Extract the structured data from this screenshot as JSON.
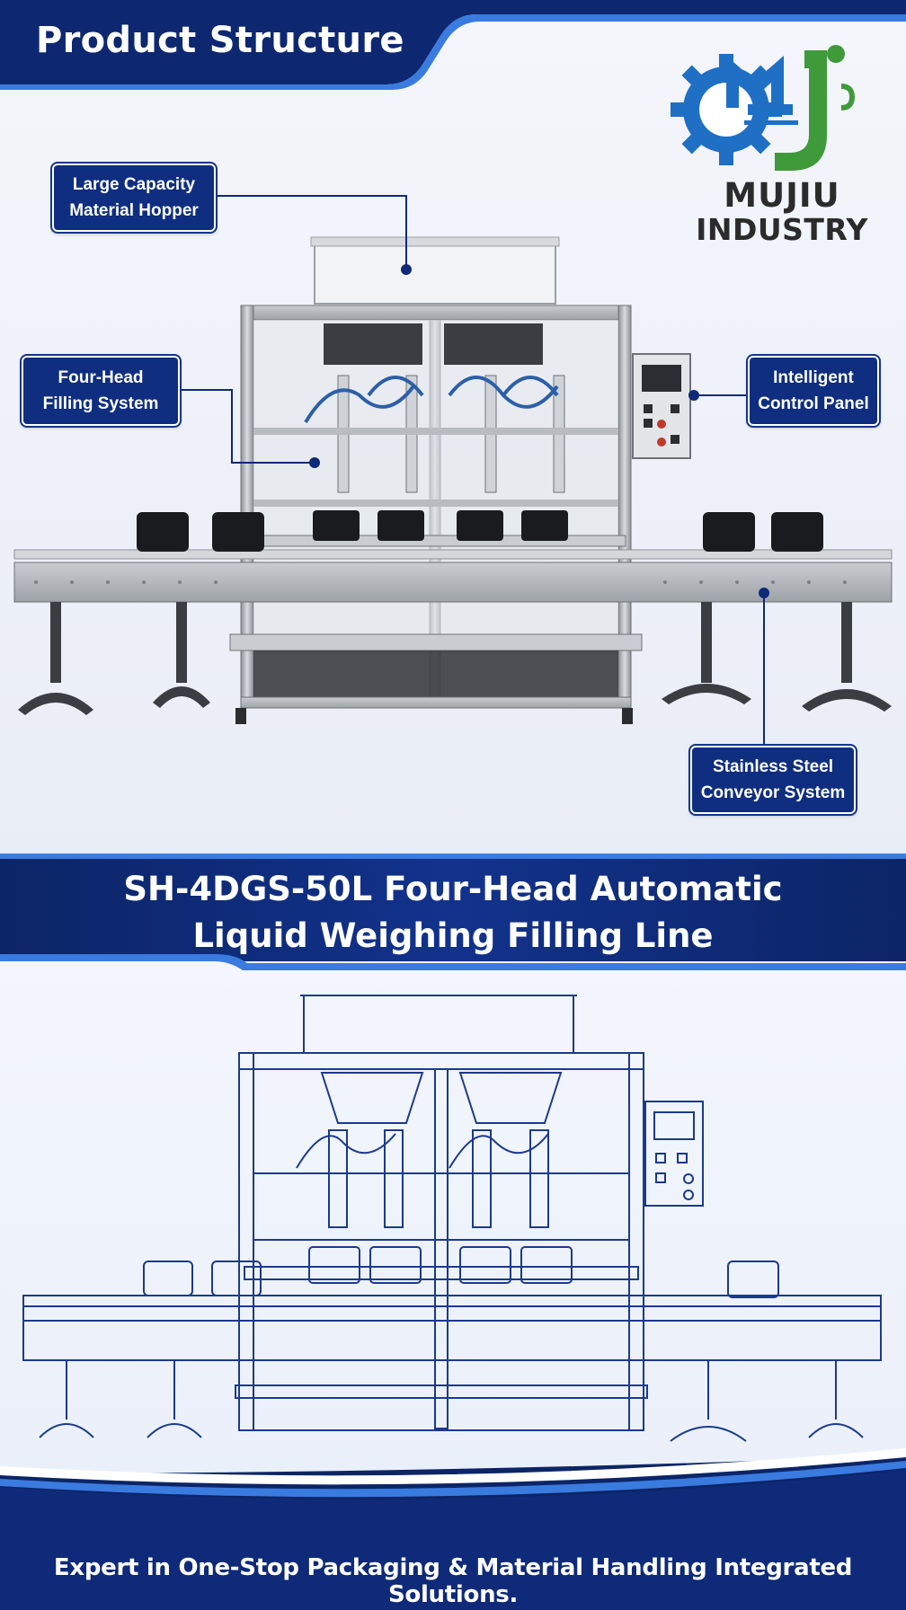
{
  "header": {
    "title": "Product Structure"
  },
  "logo": {
    "line1": "MUJIU",
    "line2": "INDUSTRY"
  },
  "callouts": {
    "hopper": {
      "line1": "Large Capacity",
      "line2": "Material Hopper"
    },
    "filling": {
      "line1": "Four-Head",
      "line2": "Filling System"
    },
    "control": {
      "line1": "Intelligent",
      "line2": "Control Panel"
    },
    "conveyor": {
      "line1": "Stainless Steel",
      "line2": "Conveyor System"
    }
  },
  "product": {
    "title_line1": "SH-4DGS-50L Four-Head Automatic",
    "title_line2": "Liquid Weighing Filling Line"
  },
  "footer": {
    "tagline": "Expert in One-Stop Packaging & Material Handling Integrated Solutions."
  },
  "colors": {
    "navy": "#0e2a78",
    "accent_blue": "#2f6fd6",
    "logo_blue": "#1f6fc4",
    "logo_green": "#3f9a3a",
    "blueprint_line": "#1b3a8c"
  }
}
